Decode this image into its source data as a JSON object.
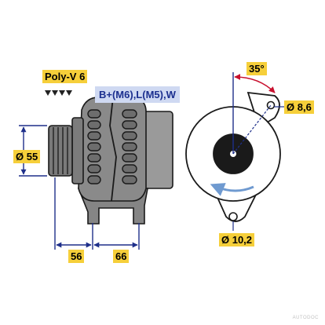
{
  "labels": {
    "belt_type": "Poly-V 6",
    "connections": "B+(M6),L(M5),W",
    "pulley_diameter": "Ø 55",
    "dim_left": "56",
    "dim_right": "66",
    "angle": "35°",
    "ear_hole": "Ø 8,6",
    "mount_hole": "Ø 10,2"
  },
  "watermark": "AUTODOC",
  "colors": {
    "label_bg": "#f6cf3a",
    "connection_bg": "#cfd9f2",
    "connection_text": "#1b2f8f",
    "dim_line": "#1e2f8a",
    "arrow": "#6f9ad0",
    "body": "#8a8a8a",
    "outline": "#1a1a1a"
  }
}
